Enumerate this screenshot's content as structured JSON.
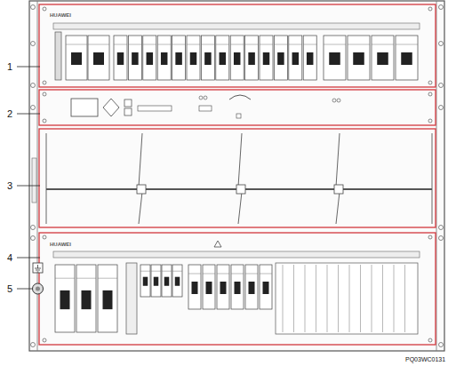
{
  "diagram": {
    "labels": [
      "1",
      "2",
      "3",
      "4",
      "5",
      "HUAWEI",
      "HUAWEI",
      "PQ03WC0131"
    ]
  }
}
